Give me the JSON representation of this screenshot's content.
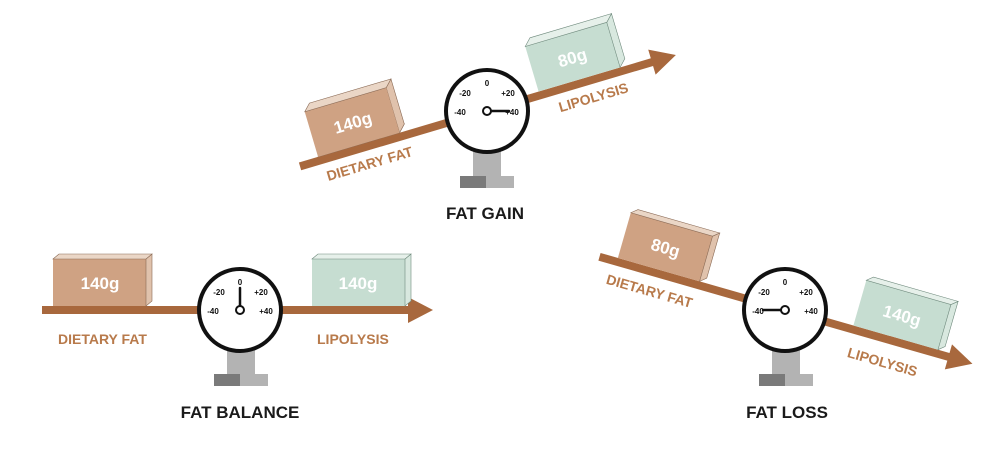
{
  "colors": {
    "beam": "#a8683d",
    "fat_box_front": "#cfa283",
    "fat_box_top": "#ead6c6",
    "fat_box_side": "#e0c2ac",
    "lipo_box_front": "#c6ddd1",
    "lipo_box_top": "#e6f0ea",
    "lipo_box_side": "#d8e8df",
    "label": "#b87a4b",
    "gauge_stand": "#b3b3b3",
    "gauge_base": "#7a7a7a"
  },
  "panels": {
    "gain": {
      "title": "FAT GAIN",
      "dietary_fat_value": "140g",
      "dietary_fat_label": "DIETARY FAT",
      "lipolysis_value": "80g",
      "lipolysis_label": "LIPOLYSIS",
      "gauge": {
        "ticks": [
          "0",
          "-20",
          "+20",
          "-40",
          "+40"
        ],
        "needle_reading": 40
      }
    },
    "balance": {
      "title": "FAT BALANCE",
      "dietary_fat_value": "140g",
      "dietary_fat_label": "DIETARY FAT",
      "lipolysis_value": "140g",
      "lipolysis_label": "LIPOLYSIS",
      "gauge": {
        "ticks": [
          "0",
          "-20",
          "+20",
          "-40",
          "+40"
        ],
        "needle_reading": 0
      }
    },
    "loss": {
      "title": "FAT LOSS",
      "dietary_fat_value": "80g",
      "dietary_fat_label": "DIETARY FAT",
      "lipolysis_value": "140g",
      "lipolysis_label": "LIPOLYSIS",
      "gauge": {
        "ticks": [
          "0",
          "-20",
          "+20",
          "-40",
          "+40"
        ],
        "needle_reading": -40
      }
    }
  }
}
